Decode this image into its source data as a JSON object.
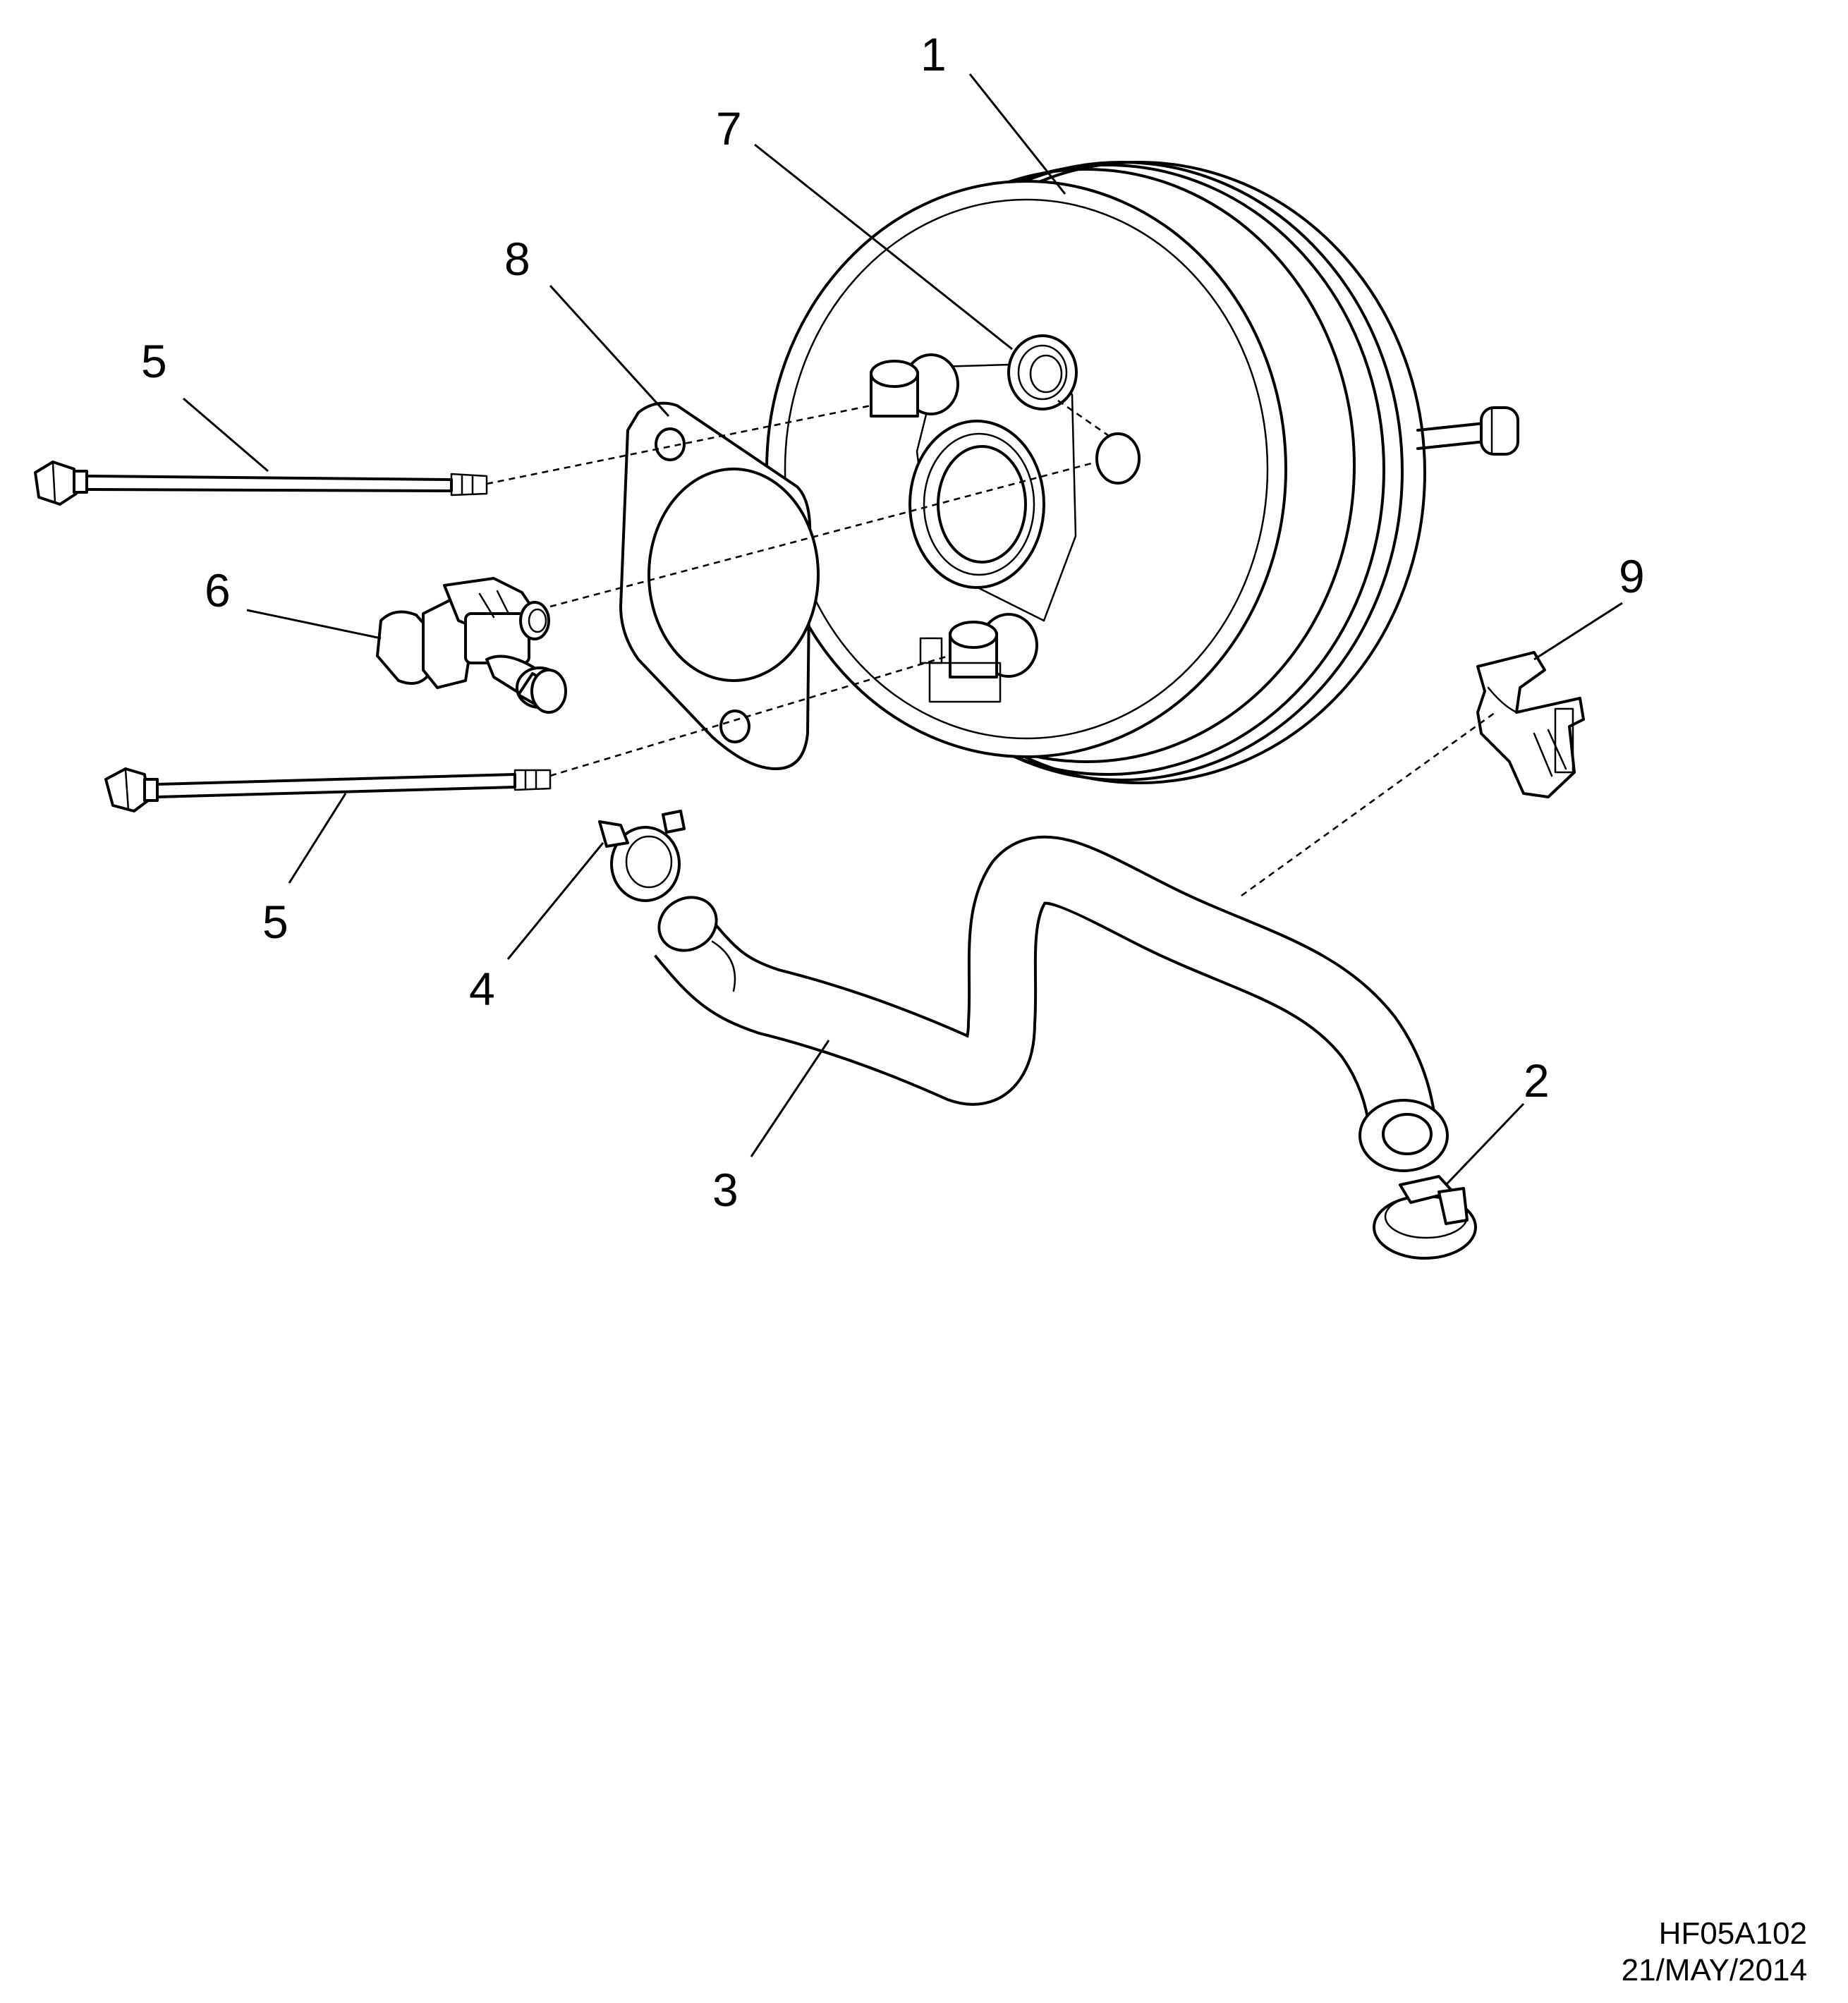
{
  "callouts": {
    "c1": "1",
    "c7": "7",
    "c8": "8",
    "c5a": "5",
    "c6": "6",
    "c9": "9",
    "c5b": "5",
    "c4": "4",
    "c2": "2",
    "c3": "3"
  },
  "reference": {
    "code": "HF05A102",
    "date": "21/MAY/2014"
  }
}
